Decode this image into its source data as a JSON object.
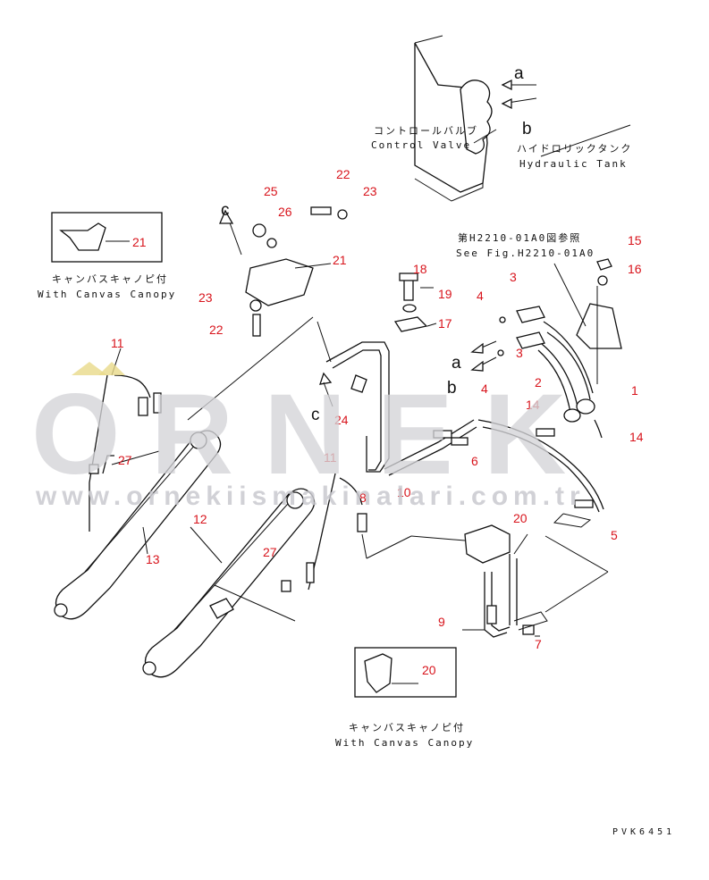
{
  "captions": {
    "control_valve_jp": "コントロールバルブ",
    "control_valve_en": "Control Valve",
    "hydraulic_tank_jp": "ハイドロリックタンク",
    "hydraulic_tank_en": "Hydraulic Tank",
    "see_fig_jp": "第H2210-01A0図参照",
    "see_fig_en": "See Fig.H2210-01A0",
    "canvas_canopy_jp_1": "キャンバスキャノピ付",
    "canvas_canopy_en_1": "With Canvas Canopy",
    "canvas_canopy_jp_2": "キャンバスキャノピ付",
    "canvas_canopy_en_2": "With Canvas Canopy"
  },
  "letters": {
    "a_top": "a",
    "b_top": "b",
    "c_top": "c",
    "a_mid": "a",
    "b_mid": "b",
    "c_mid": "c"
  },
  "callouts": {
    "p25": "25",
    "p26": "26",
    "p22a": "22",
    "p23a": "23",
    "p21a": "21",
    "p21b": "21",
    "p23b": "23",
    "p22b": "22",
    "p15": "15",
    "p16": "16",
    "p18": "18",
    "p19": "19",
    "p17": "17",
    "p3a": "3",
    "p4a": "4",
    "p3b": "3",
    "p4b": "4",
    "p2": "2",
    "p1": "1",
    "p14a": "14",
    "p14b": "14",
    "p11a": "11",
    "p24": "24",
    "p27a": "27",
    "p13": "13",
    "p6": "6",
    "p11b": "11",
    "p8": "8",
    "p10": "10",
    "p12": "12",
    "p27b": "27",
    "p5": "5",
    "p20a": "20",
    "p9": "9",
    "p7": "7",
    "p20b": "20"
  },
  "watermark": {
    "brand": "ORNEK",
    "url": "www.ornekiismakinalari.com.tr"
  },
  "code": "PVK6451",
  "colors": {
    "callout": "#d8141c",
    "line": "#111111",
    "watermark": "#d4d4d8"
  }
}
